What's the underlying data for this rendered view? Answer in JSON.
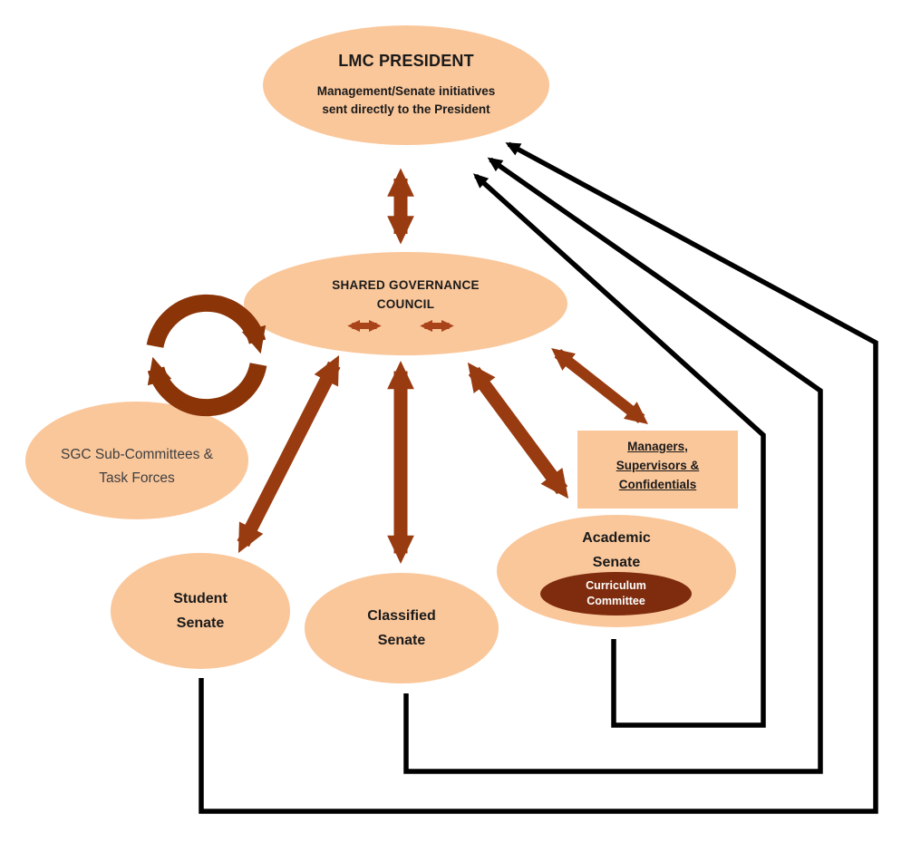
{
  "nodes": {
    "president": {
      "title": "LMC PRESIDENT",
      "subtitle_lines": [
        "Management/Senate initiatives",
        "sent directly to the President"
      ]
    },
    "sgc": {
      "title_lines": [
        "SHARED GOVERNANCE",
        "COUNCIL"
      ]
    },
    "sgc_sub": {
      "label_lines": [
        "SGC Sub-Committees &",
        "Task Forces"
      ]
    },
    "student": {
      "label_lines": [
        "Student",
        "Senate"
      ]
    },
    "classified": {
      "label_lines": [
        "Classified",
        "Senate"
      ]
    },
    "academic": {
      "label_lines": [
        "Academic",
        "Senate"
      ]
    },
    "curriculum": {
      "label_lines": [
        "Curriculum",
        "Committee"
      ]
    },
    "managers": {
      "label_lines": [
        "Managers,",
        "Supervisors &",
        "Confidentials"
      ]
    }
  },
  "icons": {
    "cycle": "circular-rotation-arrows",
    "double_arrow": "two-way-arrow"
  },
  "colors": {
    "node_fill": "#FAC79B",
    "big_arrow": "#993B10",
    "small_arrow": "#A8431A",
    "cycle_icon": "#8B3408",
    "curriculum_fill": "#7E2C0D",
    "line_black": "#000000"
  }
}
